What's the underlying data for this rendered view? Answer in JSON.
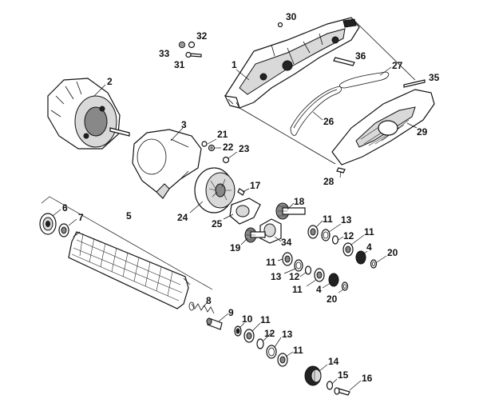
{
  "diagram": {
    "callouts": [
      "1",
      "2",
      "3",
      "4",
      "5",
      "6",
      "7",
      "8",
      "9",
      "10",
      "11",
      "12",
      "13",
      "14",
      "15",
      "16",
      "17",
      "18",
      "19",
      "20",
      "21",
      "22",
      "23",
      "24",
      "25",
      "26",
      "27",
      "28",
      "29",
      "30",
      "31",
      "32",
      "33",
      "34",
      "35",
      "36"
    ],
    "callout_groups": {
      "c11": "11",
      "c12": "12",
      "c13": "13",
      "c4": "4",
      "c20": "20"
    }
  }
}
